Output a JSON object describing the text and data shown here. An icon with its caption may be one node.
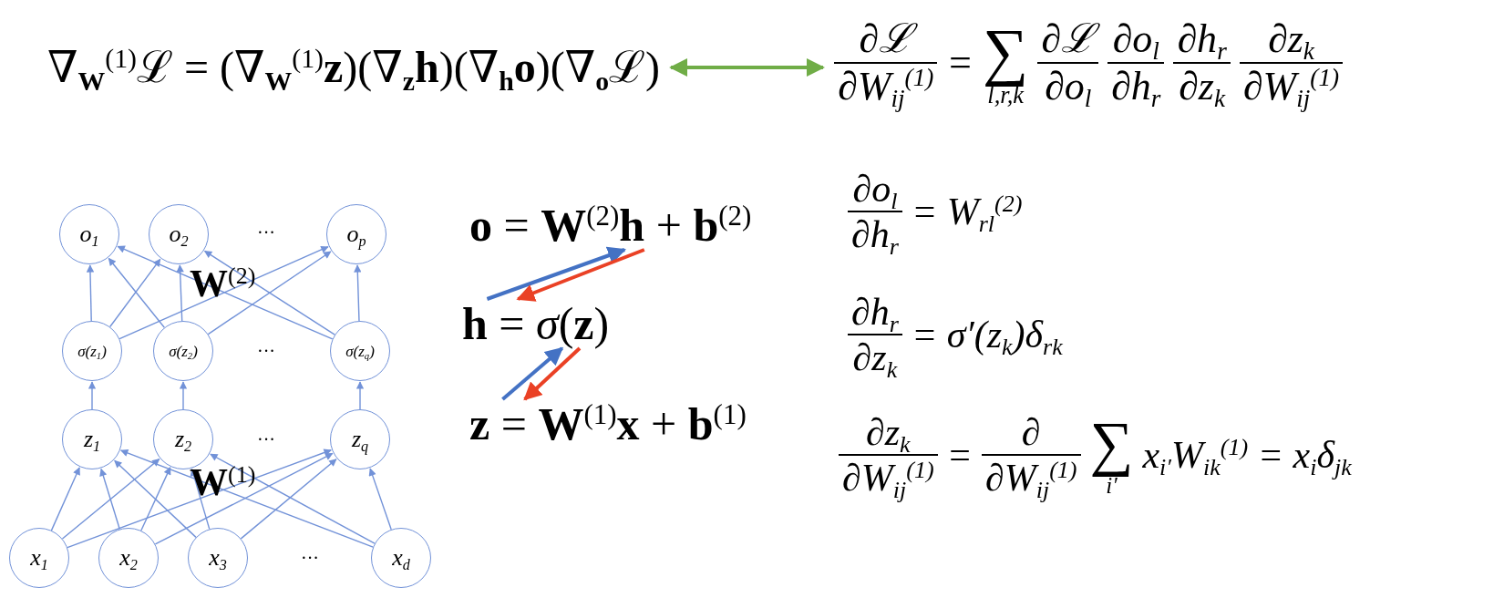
{
  "diagram": {
    "nodes": [
      {
        "text": [
          "∇$_{W}$$^{(1)}$ℒ = (∇$_{W}$$^{(1)}$**z**)(∇$_{z}$**h**)(∇$_{h}$**o**)(∇$_{o}$ℒ)"
        ]
      },
      {
        "text": [
          "∂ℒ",
          "∂W$_{ij}$$^{(1)}$",
          "=",
          "∑",
          "l,r,k",
          "∂ℒ",
          "∂o$_{l}$",
          "∂o$_{l}$",
          "∂h$_{r}$",
          "∂h$_{r}$",
          "∂z$_{k}$",
          "∂z$_{k}$",
          "∂W$_{ij}$$^{(1)}$"
        ]
      },
      {
        "text": [
          "**o** = **W**$^{(2)}$**h** + **b**$^{(2)}$"
        ]
      },
      {
        "text": [
          "**h** = *σ*(**z**)"
        ]
      },
      {
        "text": [
          "**z** = **W**$^{(1)}$**x** + **b**$^{(1)}$"
        ]
      },
      {
        "text": [
          "o$_{1}$"
        ]
      },
      {
        "text": [
          "o$_{2}$"
        ]
      },
      {
        "text": [
          "o$_{p}$"
        ]
      },
      {
        "text": [
          "σ(z$_{1}$)"
        ]
      },
      {
        "text": [
          "σ(z$_{2}$)"
        ]
      },
      {
        "text": [
          "σ(z$_{q}$)"
        ]
      },
      {
        "text": [
          "z$_{1}$"
        ]
      },
      {
        "text": [
          "z$_{2}$"
        ]
      },
      {
        "text": [
          "z$_{q}$"
        ]
      },
      {
        "text": [
          "x$_{1}$"
        ]
      },
      {
        "text": [
          "x$_{2}$"
        ]
      },
      {
        "text": [
          "x$_{3}$"
        ]
      },
      {
        "text": [
          "x$_{d}$"
        ]
      }
    ],
    "edges": [
      {
        "from": 0,
        "to": 1,
        "arrow": "both",
        "color": "#70ad47",
        "style": "thick"
      },
      {
        "from": 3,
        "to": 2,
        "arrow": "to",
        "color": "#4472c4",
        "style": "thick"
      },
      {
        "from": 2,
        "to": 3,
        "arrow": "to",
        "color": "#ea4125",
        "style": "thick"
      },
      {
        "from": 4,
        "to": 3,
        "arrow": "to",
        "color": "#4472c4",
        "style": "thick"
      },
      {
        "from": 3,
        "to": 4,
        "arrow": "to",
        "color": "#ea4125",
        "style": "thick"
      },
      {
        "from": 8,
        "to": 5,
        "arrow": "to"
      },
      {
        "from": 8,
        "to": 6,
        "arrow": "to"
      },
      {
        "from": 8,
        "to": 7,
        "arrow": "to"
      },
      {
        "from": 9,
        "to": 5,
        "arrow": "to"
      },
      {
        "from": 9,
        "to": 6,
        "arrow": "to"
      },
      {
        "from": 9,
        "to": 7,
        "arrow": "to"
      },
      {
        "from": 10,
        "to": 5,
        "arrow": "to"
      },
      {
        "from": 10,
        "to": 6,
        "arrow": "to"
      },
      {
        "from": 10,
        "to": 7,
        "arrow": "to"
      },
      {
        "from": 11,
        "to": 8,
        "arrow": "to"
      },
      {
        "from": 12,
        "to": 9,
        "arrow": "to"
      },
      {
        "from": 13,
        "to": 10,
        "arrow": "to"
      },
      {
        "from": 14,
        "to": 11,
        "arrow": "to"
      },
      {
        "from": 14,
        "to": 12,
        "arrow": "to"
      },
      {
        "from": 14,
        "to": 13,
        "arrow": "to"
      },
      {
        "from": 15,
        "to": 11,
        "arrow": "to"
      },
      {
        "from": 15,
        "to": 12,
        "arrow": "to"
      },
      {
        "from": 15,
        "to": 13,
        "arrow": "to"
      },
      {
        "from": 16,
        "to": 11,
        "arrow": "to"
      },
      {
        "from": 16,
        "to": 12,
        "arrow": "to"
      },
      {
        "from": 16,
        "to": 13,
        "arrow": "to"
      },
      {
        "from": 17,
        "to": 11,
        "arrow": "to"
      },
      {
        "from": 17,
        "to": 12,
        "arrow": "to"
      },
      {
        "from": 17,
        "to": 13,
        "arrow": "to"
      }
    ],
    "labels": [
      "**W**$^{(2)}$",
      "**W**$^{(1)}$",
      "···",
      "···",
      "···",
      "···",
      "∂o$_{l}$",
      "∂h$_{r}$",
      "= W$_{rl}$$^{(2)}$",
      "∂h$_{r}$",
      "∂z$_{k}$",
      "= σ′(z$_{k}$)δ$_{rk}$",
      "∂z$_{k}$",
      "∂W$_{ij}$$^{(1)}$",
      "=",
      "∂",
      "∂W$_{ij}$$^{(1)}$",
      "∑",
      "i′",
      "x$_{i′}$W$_{ik}$$^{(1)}$ = x$_{i}$δ$_{jk}$"
    ]
  }
}
